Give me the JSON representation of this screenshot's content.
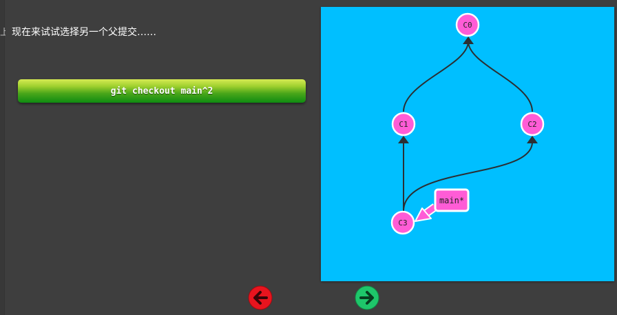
{
  "lesson": {
    "edge_text": "上",
    "instruction": "现在来试试选择另一个父提交……",
    "command": "git checkout main^2"
  },
  "graph": {
    "commits": [
      {
        "id": "C0"
      },
      {
        "id": "C1"
      },
      {
        "id": "C2"
      },
      {
        "id": "C3"
      }
    ],
    "branch_label": "main*"
  },
  "nav": {
    "prev_icon": "arrow-left-icon",
    "next_icon": "arrow-right-icon",
    "prev_color": "#e8141e",
    "next_color": "#1ec66a"
  },
  "colors": {
    "canvas": "#00bfff",
    "commit_fill": "#ff5cd6",
    "edge": "#2b2f33",
    "command_top": "#d6ea53",
    "command_bottom": "#0f8c12"
  }
}
